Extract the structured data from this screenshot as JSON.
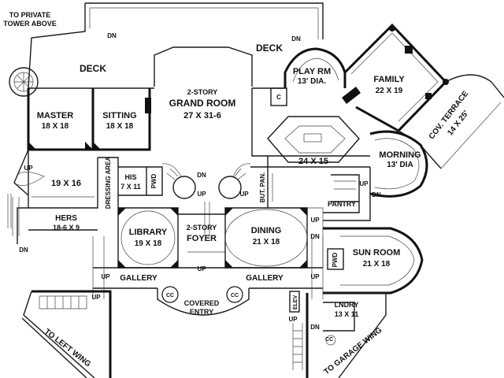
{
  "rooms": {
    "tower_note": [
      "TO PRIVATE",
      "TOWER ABOVE"
    ],
    "deck_left": "DECK",
    "deck_right": "DECK",
    "master": {
      "name": "MASTER",
      "dim": "18 X 18"
    },
    "sitting": {
      "name": "SITTING",
      "dim": "18 X 18"
    },
    "grand_room": {
      "name1": "2-STORY",
      "name2": "GRAND ROOM",
      "dim": "27 X 31-6"
    },
    "play_rm": {
      "name": "PLAY RM",
      "dim": "13' DIA."
    },
    "family": {
      "name": "FAMILY",
      "dim": "22 X 19"
    },
    "cov_terrace": {
      "name": "COV. TERRACE",
      "dim": "14 X 25'"
    },
    "morning": {
      "name": "MORNING",
      "dim": "13' DIA"
    },
    "kitchen": {
      "dim": "24 X 15"
    },
    "bath": {
      "dim": "19 X 16"
    },
    "his": {
      "name": "HIS",
      "dim": "7 X 11"
    },
    "dressing": "DRESSING AREA",
    "hers": {
      "name": "HERS",
      "dim": "18-6 X 9"
    },
    "pwd_left": "PWD",
    "pwd_right": "PWD",
    "but_pan": "BUT. PAN.",
    "pantry": "PANTRY",
    "library": {
      "name": "LIBRARY",
      "dim": "19 X 18"
    },
    "foyer": {
      "name1": "2-STORY",
      "name2": "FOYER"
    },
    "dining": {
      "name": "DINING",
      "dim": "21 X 18"
    },
    "sun_room": {
      "name": "SUN ROOM",
      "dim": "21 X 18"
    },
    "gallery_left": "GALLERY",
    "gallery_right": "GALLERY",
    "covered_entry": [
      "COVERED",
      "ENTRY"
    ],
    "elev": "ELEV",
    "lndry": {
      "name": "LNDRY",
      "dim": "13 X 11"
    },
    "left_wing": "TO LEFT WING",
    "garage_wing": "TO GARAGE WING",
    "closet_c": "C",
    "closet_cc": "CC"
  },
  "stairs": {
    "up": "UP",
    "dn": "DN"
  }
}
